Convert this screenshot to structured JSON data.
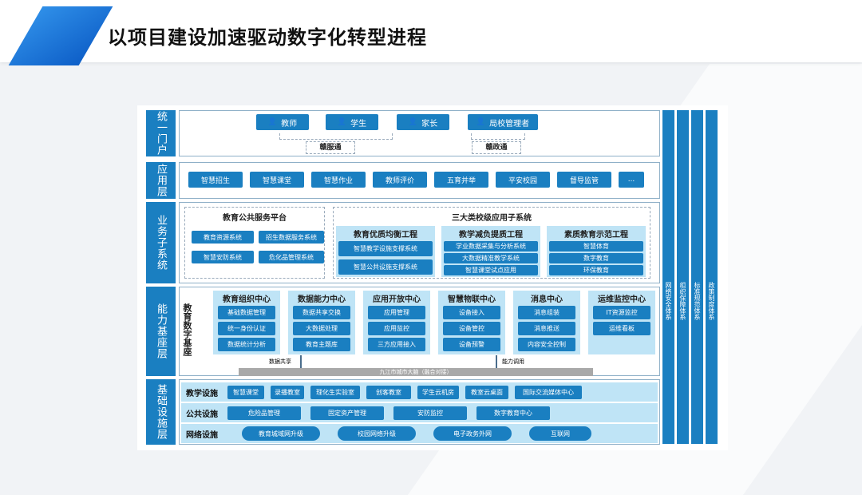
{
  "title": "以项目建设加速驱动数字化转型进程",
  "colors": {
    "primary": "#1a7fc1",
    "light": "#bfe4f6",
    "bus": "#a9a9a9"
  },
  "portal": {
    "label": "统一门户",
    "users": [
      {
        "icon": "teacher-icon",
        "label": "教师"
      },
      {
        "icon": "student-icon",
        "label": "学生"
      },
      {
        "icon": "parent-icon",
        "label": "家长"
      },
      {
        "icon": "admin-icon",
        "label": "局校管理者"
      }
    ],
    "channels": [
      "赣服通",
      "赣政通"
    ]
  },
  "app": {
    "label": "应用层",
    "items": [
      "智慧招生",
      "智慧课堂",
      "智慧作业",
      "教师评价",
      "五育并举",
      "平安校园",
      "督导监管",
      "..."
    ]
  },
  "business": {
    "label": "业务子系统",
    "public": {
      "title": "教育公共服务平台",
      "items": [
        "教育资源系统",
        "招生数据服务系统",
        "智慧安防系统",
        "危化品管理系统"
      ]
    },
    "school": {
      "title": "三大类校级应用子系统",
      "groups": [
        {
          "title": "教育优质均衡工程",
          "items": [
            "智慧教学设施支撑系统",
            "智慧公共设施支撑系统"
          ]
        },
        {
          "title": "教学减负提质工程",
          "items": [
            "学业数据采集与分析系统",
            "大数据精准教学系统",
            "智慧课堂试点应用"
          ]
        },
        {
          "title": "素质教育示范工程",
          "items": [
            "智慧体育",
            "数字教育",
            "环保教育"
          ]
        }
      ]
    }
  },
  "capability": {
    "label": "能力基座层",
    "base": "教育数字基座",
    "centers": [
      {
        "title": "教育组织中心",
        "items": [
          "基础数据管理",
          "统一身份认证",
          "数据统计分析"
        ]
      },
      {
        "title": "数据能力中心",
        "items": [
          "数据共享交换",
          "大数据处理",
          "教育主题库"
        ]
      },
      {
        "title": "应用开放中心",
        "items": [
          "应用管理",
          "应用监控",
          "三方应用接入"
        ]
      },
      {
        "title": "智慧物联中心",
        "items": [
          "设备接入",
          "设备管控",
          "设备预警"
        ]
      },
      {
        "title": "消息中心",
        "items": [
          "消息组装",
          "消息推送",
          "内容安全控制"
        ]
      },
      {
        "title": "运维监控中心",
        "items": [
          "IT资源监控",
          "运维看板"
        ]
      }
    ],
    "share": "数据共享",
    "call": "能力调用",
    "bus": "九江市城市大脑（融合对接）"
  },
  "infra": {
    "label": "基础设施层",
    "rows": [
      {
        "label": "教学设施",
        "items": [
          "智慧课堂",
          "录播教室",
          "理化生实验室",
          "创客教室",
          "学生云机房",
          "教室云桌面",
          "国际交流媒体中心"
        ]
      },
      {
        "label": "公共设施",
        "items": [
          "危险品管理",
          "固定资产管理",
          "安防监控",
          "数字教育中心"
        ]
      },
      {
        "label": "网络设施",
        "items": [
          "教育城域网升级",
          "校园网络升级",
          "电子政务外网",
          "互联网"
        ]
      }
    ]
  },
  "systems": [
    "网络安全体系",
    "组织保障体系",
    "标准规范体系",
    "政策制度体系"
  ]
}
